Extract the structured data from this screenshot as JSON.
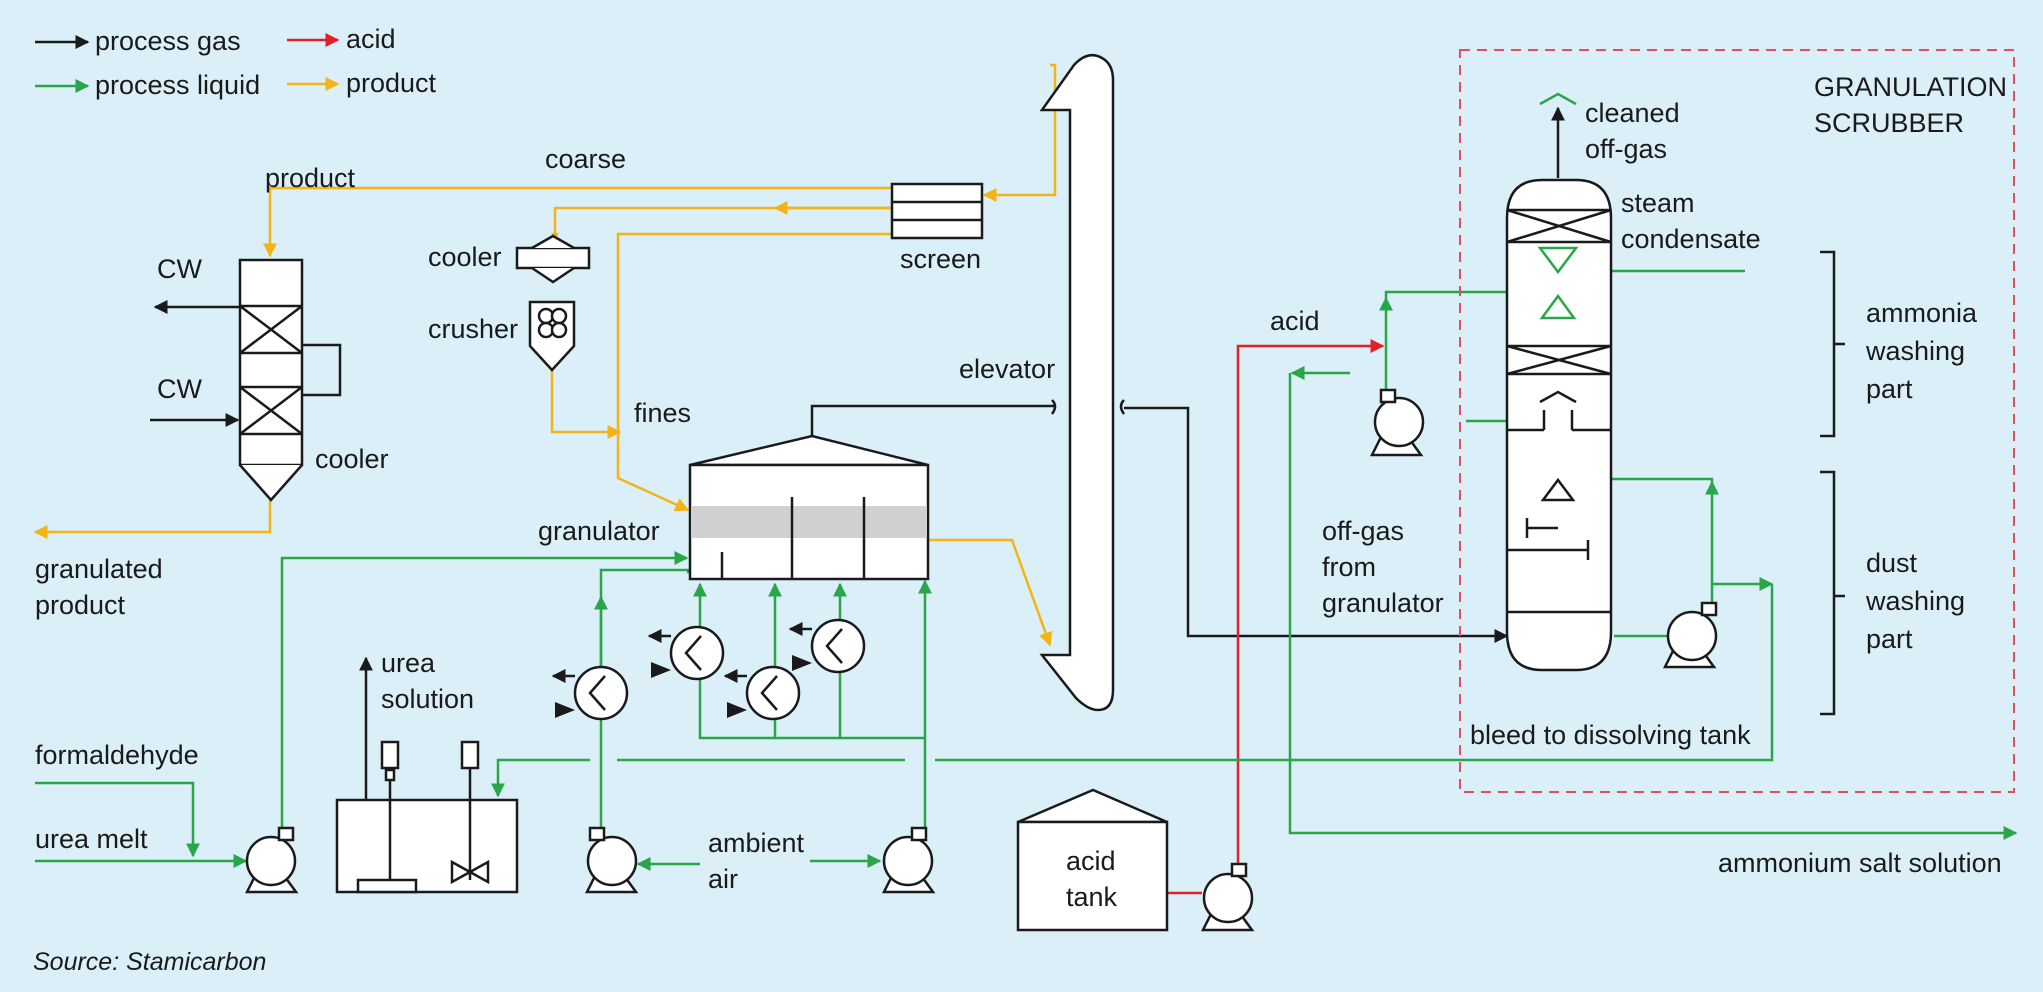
{
  "legend": {
    "process_gas": "process gas",
    "acid": "acid",
    "process_liquid": "process liquid",
    "product": "product"
  },
  "colors": {
    "process_gas": "#1a1a1a",
    "acid": "#e0202a",
    "process_liquid": "#2aa64a",
    "product": "#f2b416",
    "scrubber_border": "#e05060",
    "background": "#dbeff9"
  },
  "labels": {
    "product": "product",
    "coarse": "coarse",
    "cw_top": "CW",
    "cw_bottom": "CW",
    "cooler_top": "cooler",
    "cooler_side": "cooler",
    "crusher": "crusher",
    "screen": "screen",
    "fines": "fines",
    "elevator": "elevator",
    "granulator": "granulator",
    "granulated_product_1": "granulated",
    "granulated_product_2": "product",
    "urea_solution_1": "urea",
    "urea_solution_2": "solution",
    "formaldehyde": "formaldehyde",
    "urea_melt": "urea melt",
    "ambient_air_1": "ambient",
    "ambient_air_2": "air",
    "acid_tank_1": "acid",
    "acid_tank_2": "tank",
    "acid": "acid",
    "offgas_1": "off-gas",
    "offgas_2": "from",
    "offgas_3": "granulator",
    "cleaned_offgas_1": "cleaned",
    "cleaned_offgas_2": "off-gas",
    "steam_1": "steam",
    "steam_2": "condensate",
    "scrubber_1": "GRANULATION",
    "scrubber_2": "SCRUBBER",
    "ammonia_1": "ammonia",
    "ammonia_2": "washing",
    "ammonia_3": "part",
    "dust_1": "dust",
    "dust_2": "washing",
    "dust_3": "part",
    "bleed": "bleed to dissolving tank",
    "ammonium_salt": "ammonium salt solution",
    "source": "Source: Stamicarbon"
  },
  "icons": {
    "pump": "centrifugal-pump-icon",
    "heat_exchanger": "heat-exchanger-icon",
    "agitator": "agitator-icon"
  }
}
